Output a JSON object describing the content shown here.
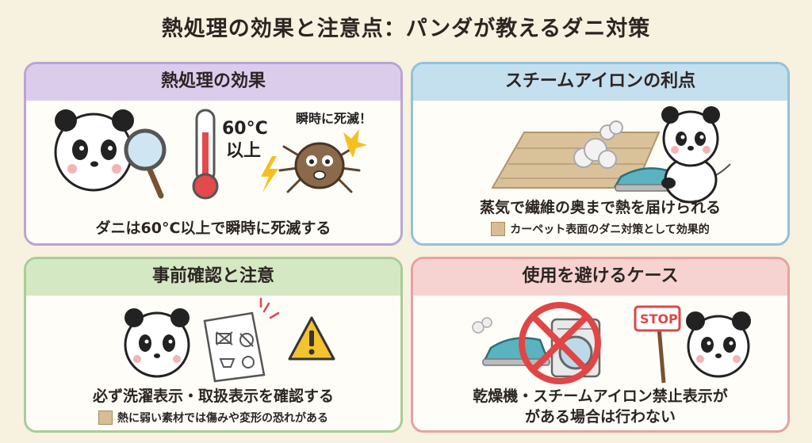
{
  "title": "熱処理の効果と注意点：パンダが教えるダニ対策",
  "panels": {
    "heat": {
      "header": "熱処理の効果",
      "temp_line1": "60°C",
      "temp_line2": "以上",
      "instant": "瞬時に死滅！",
      "caption": "ダニは60°C以上で瞬時に死滅する"
    },
    "steam": {
      "header": "スチームアイロンの利点",
      "caption": "蒸気で繊維の奥まで熱を届けられる",
      "note": "カーペット表面のダニ対策として効果的"
    },
    "check": {
      "header": "事前確認と注意",
      "caption": "必ず洗濯表示・取扱表示を確認する",
      "note": "熱に弱い素材では傷みや変形の恐れがある"
    },
    "avoid": {
      "header": "使用を避けるケース",
      "stop_sign": "STOP",
      "caption_line1": "乾燥機・スチームアイロン禁止表示が",
      "caption_line2": "がある場合は行わない"
    }
  },
  "colors": {
    "background": "#f7f1df",
    "panel_purple": "#dcccec",
    "panel_blue": "#c4dfee",
    "panel_green": "#d4e8c4",
    "panel_pink": "#f6d2d0",
    "warning_yellow": "#f2c230",
    "prohibit_red": "#e04646"
  }
}
